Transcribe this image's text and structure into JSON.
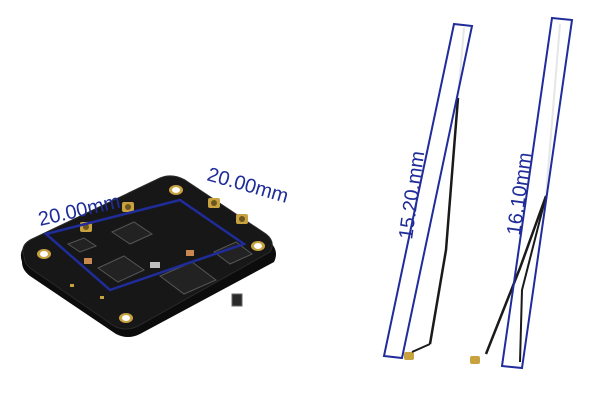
{
  "image": {
    "background": "#ffffff",
    "accent_color": "#1f2c9a",
    "pcb_color": "#161616",
    "gold_color": "#c9a240"
  },
  "board": {
    "width_label": "20.00mm",
    "depth_label": "20.00mm"
  },
  "antennas": [
    {
      "length_label": "15.20.mm"
    },
    {
      "length_label": "16.10mm"
    }
  ]
}
